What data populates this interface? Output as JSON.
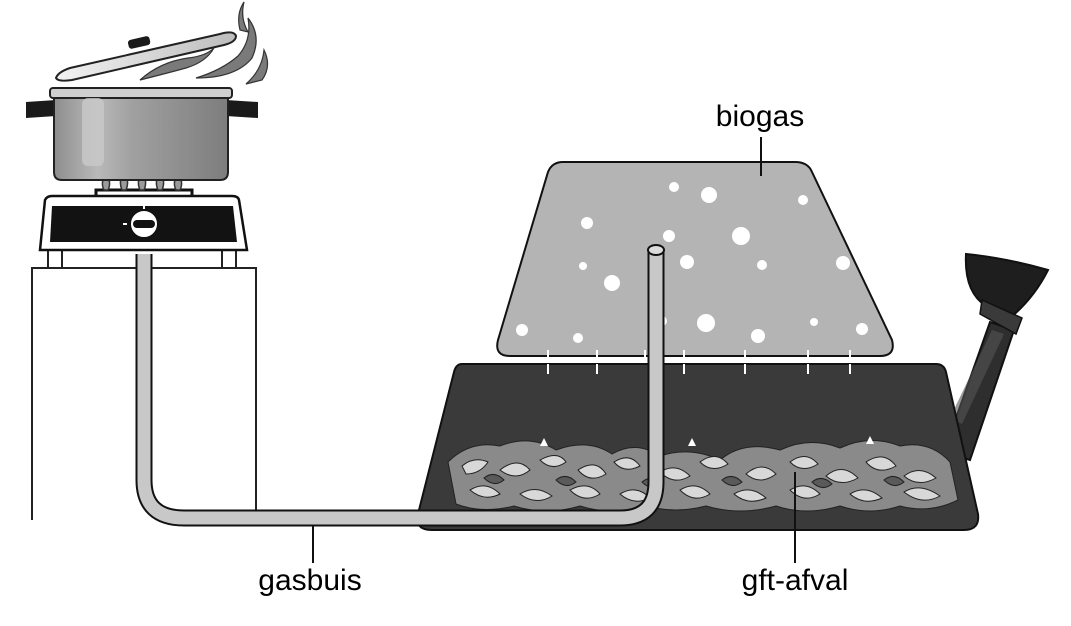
{
  "labels": {
    "biogas": "biogas",
    "gasbuis": "gasbuis",
    "gft_afval": "gft-afval"
  },
  "colors": {
    "dark_container": "#3a3a3a",
    "biogas_dome": "#b4b4b4",
    "pipe_fill": "#c8c8c8",
    "outline": "#111111",
    "bubbles": "#ffffff"
  },
  "icons": [
    "cooking-pot-icon",
    "steam-icon",
    "gas-burner-icon",
    "stove-icon",
    "gas-pipe-icon",
    "funnel-inlet-icon"
  ]
}
